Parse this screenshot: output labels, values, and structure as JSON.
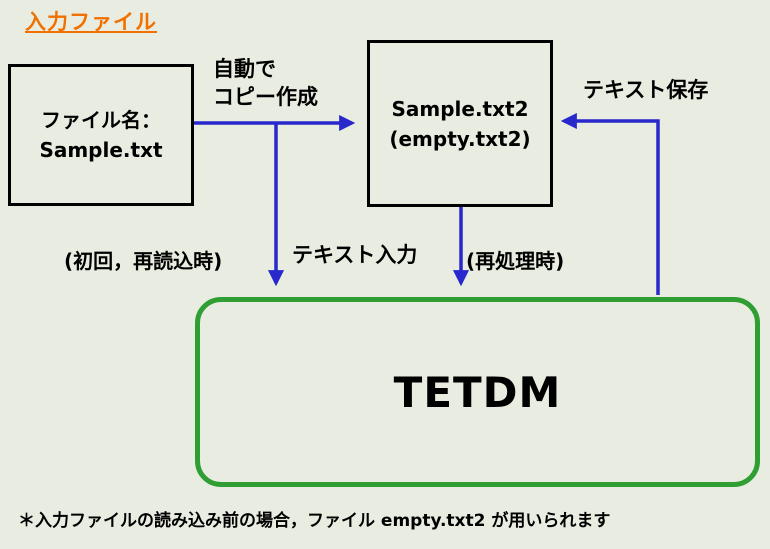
{
  "title": "入力ファイル",
  "boxes": {
    "input_file": {
      "line1": "ファイル名：",
      "line2": "Sample.txt"
    },
    "copy_file": {
      "line1": "Sample.txt2",
      "line2": "(empty.txt2)"
    },
    "tetdm": {
      "label": "TETDM"
    }
  },
  "labels": {
    "auto_copy_line1": "自動で",
    "auto_copy_line2": "コピー作成",
    "text_save": "テキスト保存",
    "first_reload": "(初回，再読込時)",
    "text_input": "テキスト入力",
    "reprocess": "(再処理時)"
  },
  "footnote": "＊入力ファイルの読み込み前の場合，ファイル empty.txt2 が用いられます",
  "colors": {
    "background": "#e9ede1",
    "title": "#f07000",
    "arrow": "#2828cc",
    "tetdm_border": "#2f9e33",
    "box_border": "#000000"
  }
}
